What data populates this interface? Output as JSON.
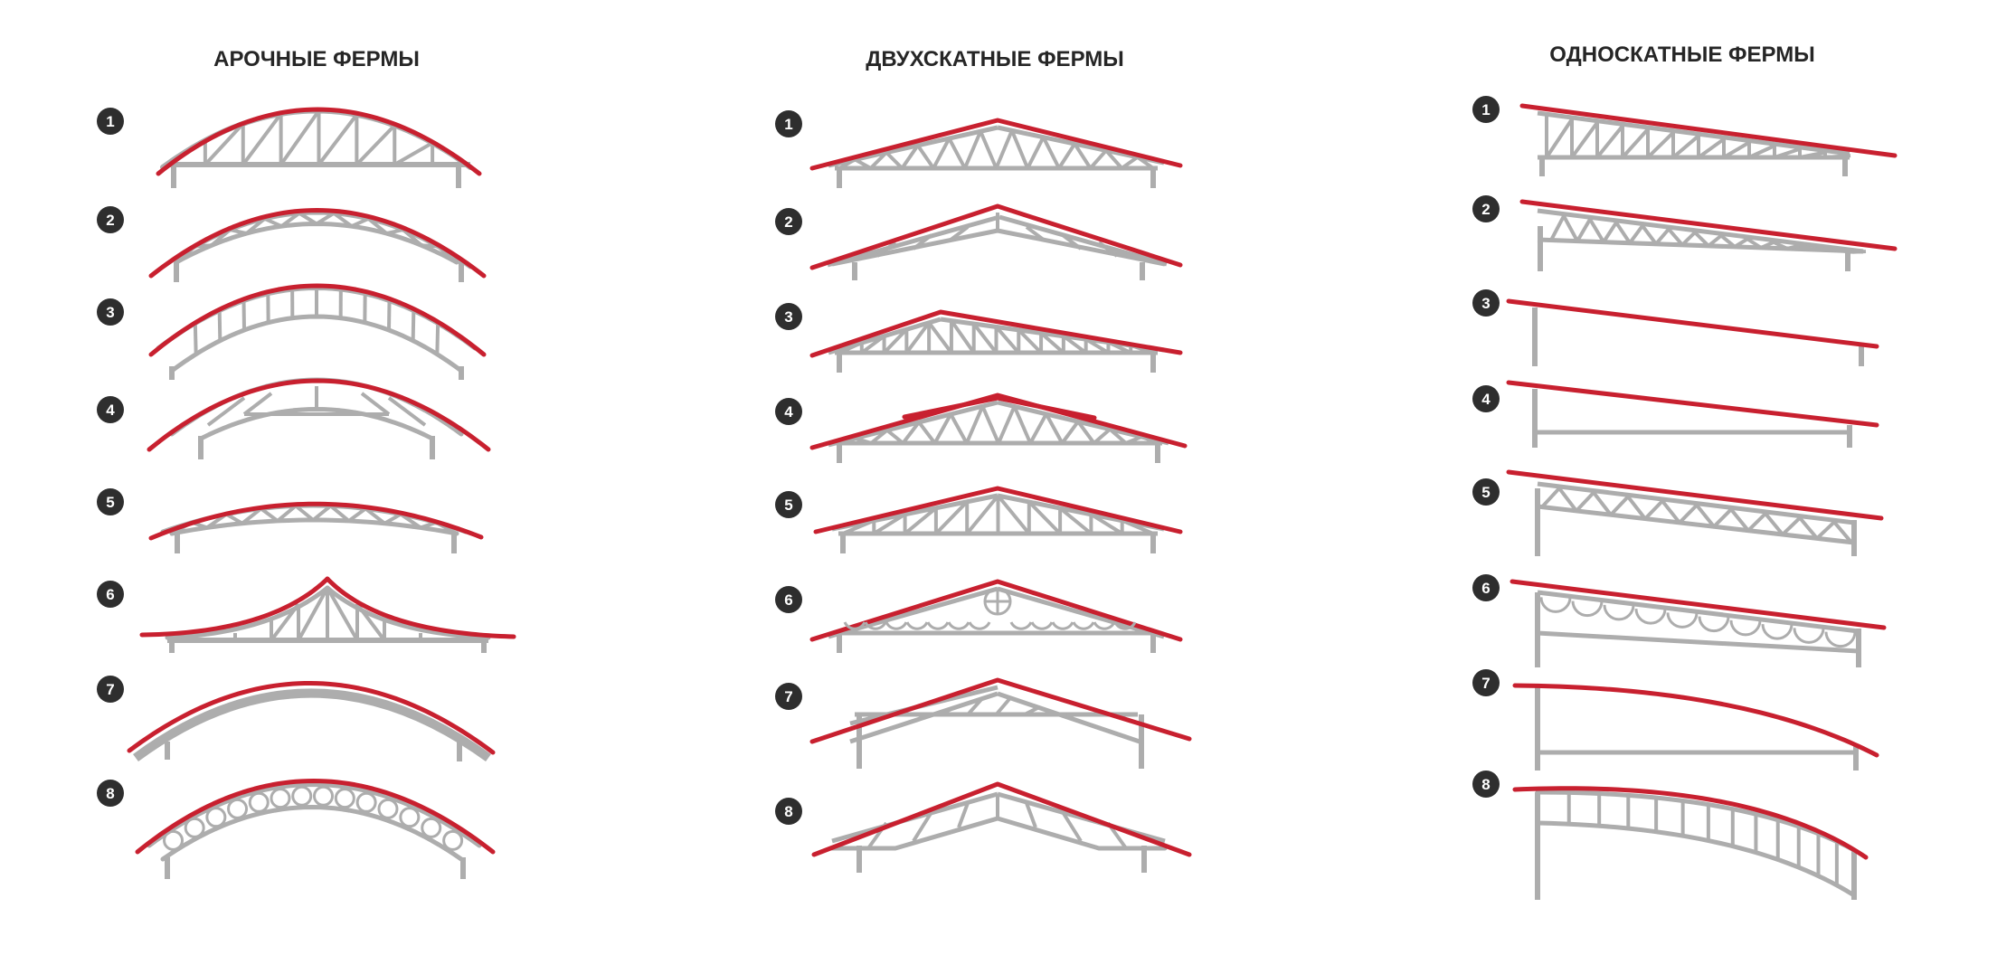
{
  "columns": [
    {
      "title": "АРОЧНЫЕ ФЕРМЫ",
      "items": [
        "1",
        "2",
        "3",
        "4",
        "5",
        "6",
        "7",
        "8"
      ]
    },
    {
      "title": "ДВУХСКАТНЫЕ ФЕРМЫ",
      "items": [
        "1",
        "2",
        "3",
        "4",
        "5",
        "6",
        "7",
        "8"
      ]
    },
    {
      "title": "ОДНОСКАТНЫЕ ФЕРМЫ",
      "items": [
        "1",
        "2",
        "3",
        "4",
        "5",
        "6",
        "7",
        "8"
      ]
    }
  ],
  "colors": {
    "roof": "#c8202f",
    "steel": "#adadad",
    "badge": "#2e2e2e",
    "text": "#262626"
  }
}
